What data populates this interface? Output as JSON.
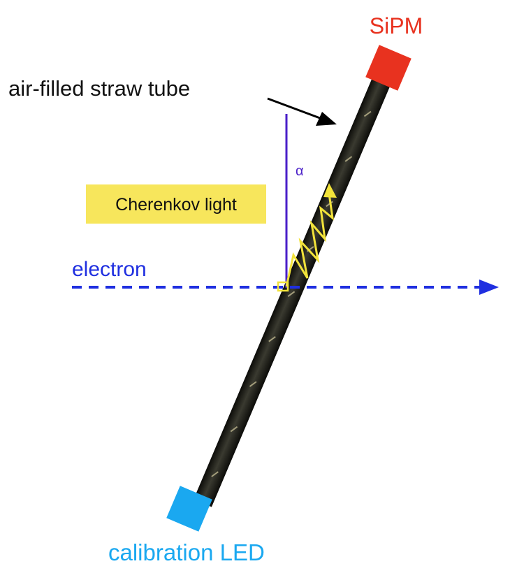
{
  "labels": {
    "sipm": "SiPM",
    "tube": "air-filled straw tube",
    "alpha": "α",
    "cherenkov": "Cherenkov light",
    "electron": "electron",
    "led": "calibration LED"
  },
  "colors": {
    "sipm": "#e8321f",
    "led": "#1aa8f0",
    "electron": "#1f2fe0",
    "alpha_line": "#4a1fc8",
    "cherenkov_box": "#f7e65c",
    "zigzag": "#f2e33a",
    "tube": "#262620",
    "tube_mark": "#b7b08a",
    "pointer_arrow": "#000000"
  }
}
